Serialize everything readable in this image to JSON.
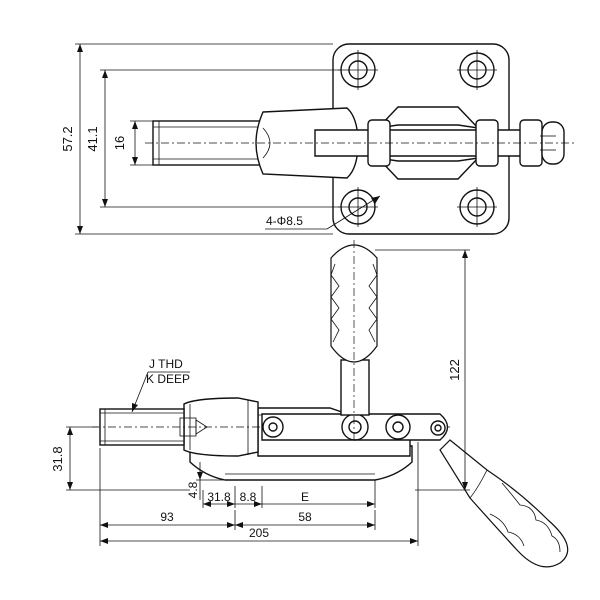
{
  "top_view": {
    "dim_height_outer": "57.2",
    "dim_height_bolt": "41.1",
    "dim_plunger_dia": "16",
    "hole_callout": "4-Φ8.5"
  },
  "side_view": {
    "thread_label_1": "J  THD",
    "thread_label_2": "K DEEP",
    "dim_height": "31.8",
    "dim_handle": "122",
    "dim_base_thk": "4.8",
    "dim_a": "31.8",
    "dim_b": "8.8",
    "dim_e": "E",
    "dim_93": "93",
    "dim_58": "58",
    "dim_205": "205"
  }
}
